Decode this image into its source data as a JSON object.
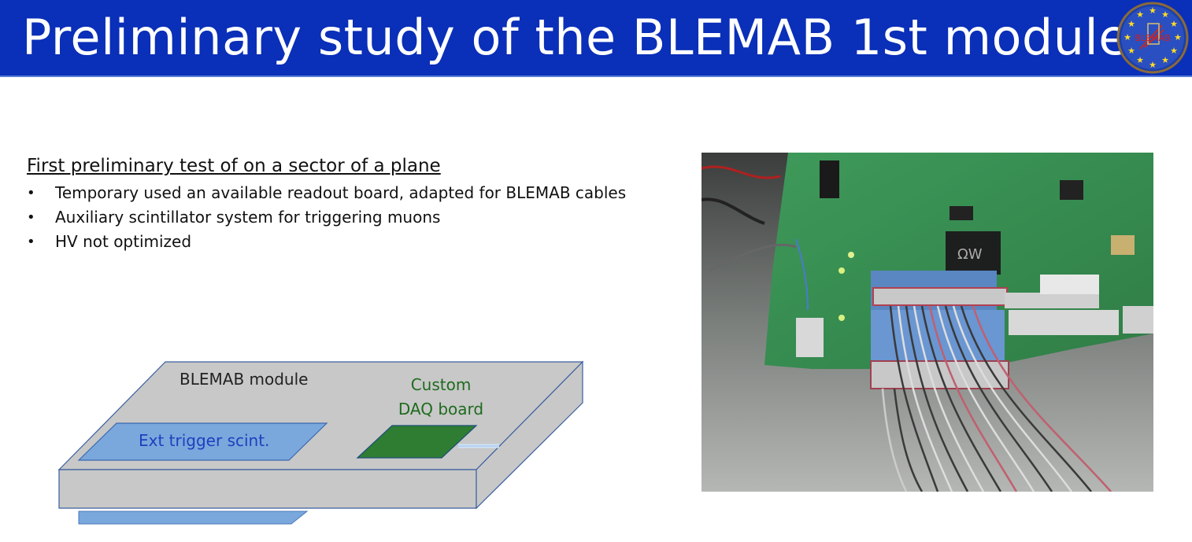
{
  "slide": {
    "title": "Preliminary study of the BLEMAB 1st module",
    "logo_text": "BLEMAB",
    "subheading": "First preliminary test of on a sector of a plane",
    "bullets": [
      "Temporary used an available readout board, adapted for BLEMAB cables",
      "Auxiliary scintillator system for triggering muons",
      "HV not optimized"
    ],
    "bullet_symbol": "•"
  },
  "diagram": {
    "module_label": "BLEMAB module",
    "trigger_label": "Ext trigger scint.",
    "daq_label_line1": "Custom",
    "daq_label_line2": "DAQ board"
  },
  "colors": {
    "header_bg": "#0a2fb8",
    "module_gray": "#c8c8c8",
    "scint_blue": "#7aa8dc",
    "daq_green": "#2e7d32",
    "daq_text": "#1e6b1e",
    "trigger_text": "#1f3fbf"
  }
}
